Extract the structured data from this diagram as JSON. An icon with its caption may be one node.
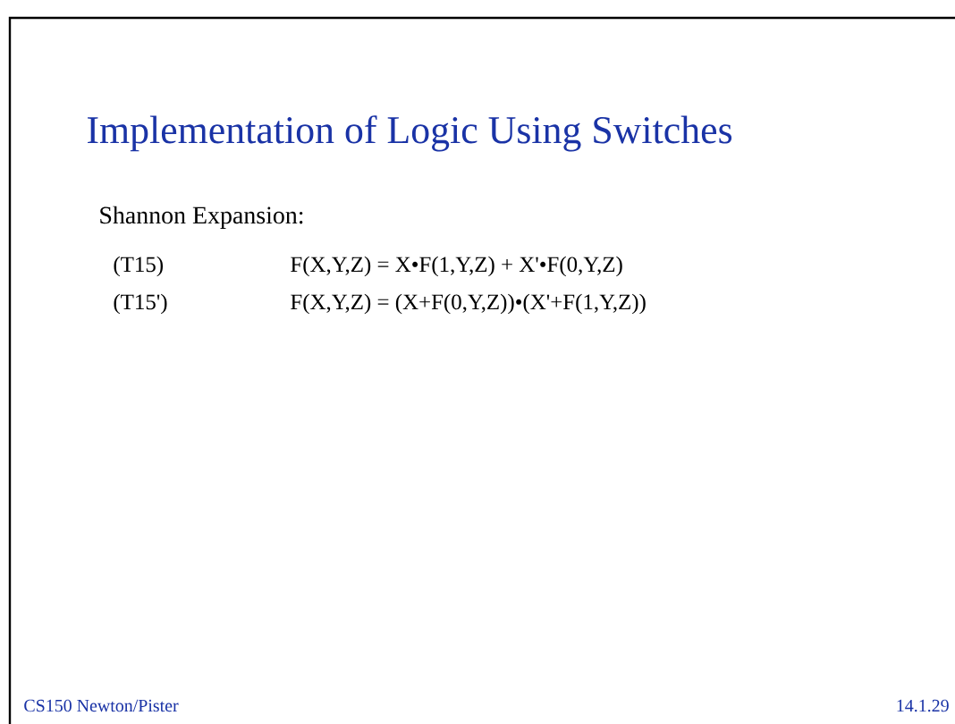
{
  "diagram": {
    "title": "Implementation of Logic Using Switches",
    "labels": [
      "Shannon Expansion:",
      "(T15)",
      "F(X,Y,Z) = X•F(1,Y,Z) + X'•F(0,Y,Z)",
      "(T15')",
      "F(X,Y,Z) = (X+F(0,Y,Z))•(X'+F(1,Y,Z))",
      "CS150 Newton/Pister",
      "14.1.29"
    ]
  }
}
